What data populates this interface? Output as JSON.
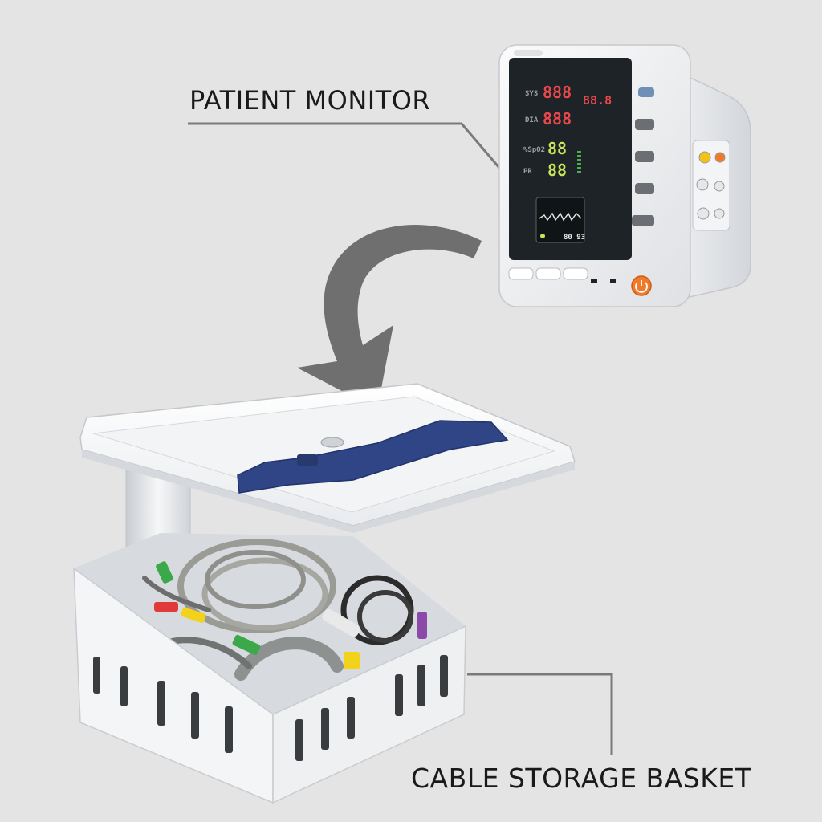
{
  "labels": {
    "monitor": "PATIENT MONITOR",
    "basket": "CABLE STORAGE BASKET"
  },
  "monitor_screen": {
    "sys_tag": "SYS",
    "sys_value": "888",
    "dia_tag": "DIA",
    "dia_value": "888",
    "pr_tag": "%SpO2",
    "spo2_value": "88",
    "pr_tag2": "PR",
    "pr_value": "88",
    "temp_value": "88.8",
    "mini_value": "80 93"
  },
  "colors": {
    "background": "#e4e4e4",
    "leader_line": "#7a7a7a",
    "arrow": "#6f6f6f",
    "device_body": "#f4f5f7",
    "screen": "#1d2326",
    "seg_red": "#e8474b",
    "seg_green": "#c9e35a",
    "power_button": "#f07a2a",
    "strap": "#2f4585"
  }
}
